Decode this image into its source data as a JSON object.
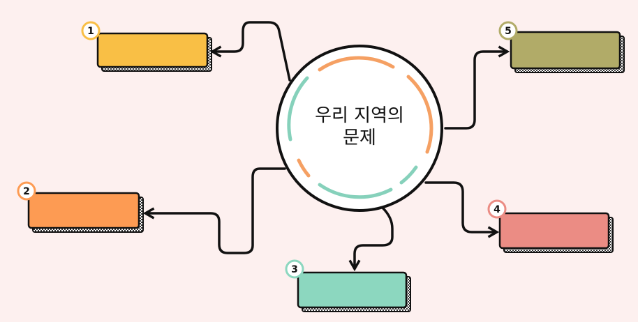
{
  "center": {
    "line1": "우리 지역의",
    "line2": "문제"
  },
  "nodes": [
    {
      "number": "1",
      "color": "#f9bf45"
    },
    {
      "number": "2",
      "color": "#fd9b53"
    },
    {
      "number": "3",
      "color": "#8cd7bf"
    },
    {
      "number": "4",
      "color": "#eb8c84"
    },
    {
      "number": "5",
      "color": "#b1ab68"
    }
  ],
  "ring_colors": {
    "orange": "#f5a063",
    "teal": "#86d1bb"
  }
}
